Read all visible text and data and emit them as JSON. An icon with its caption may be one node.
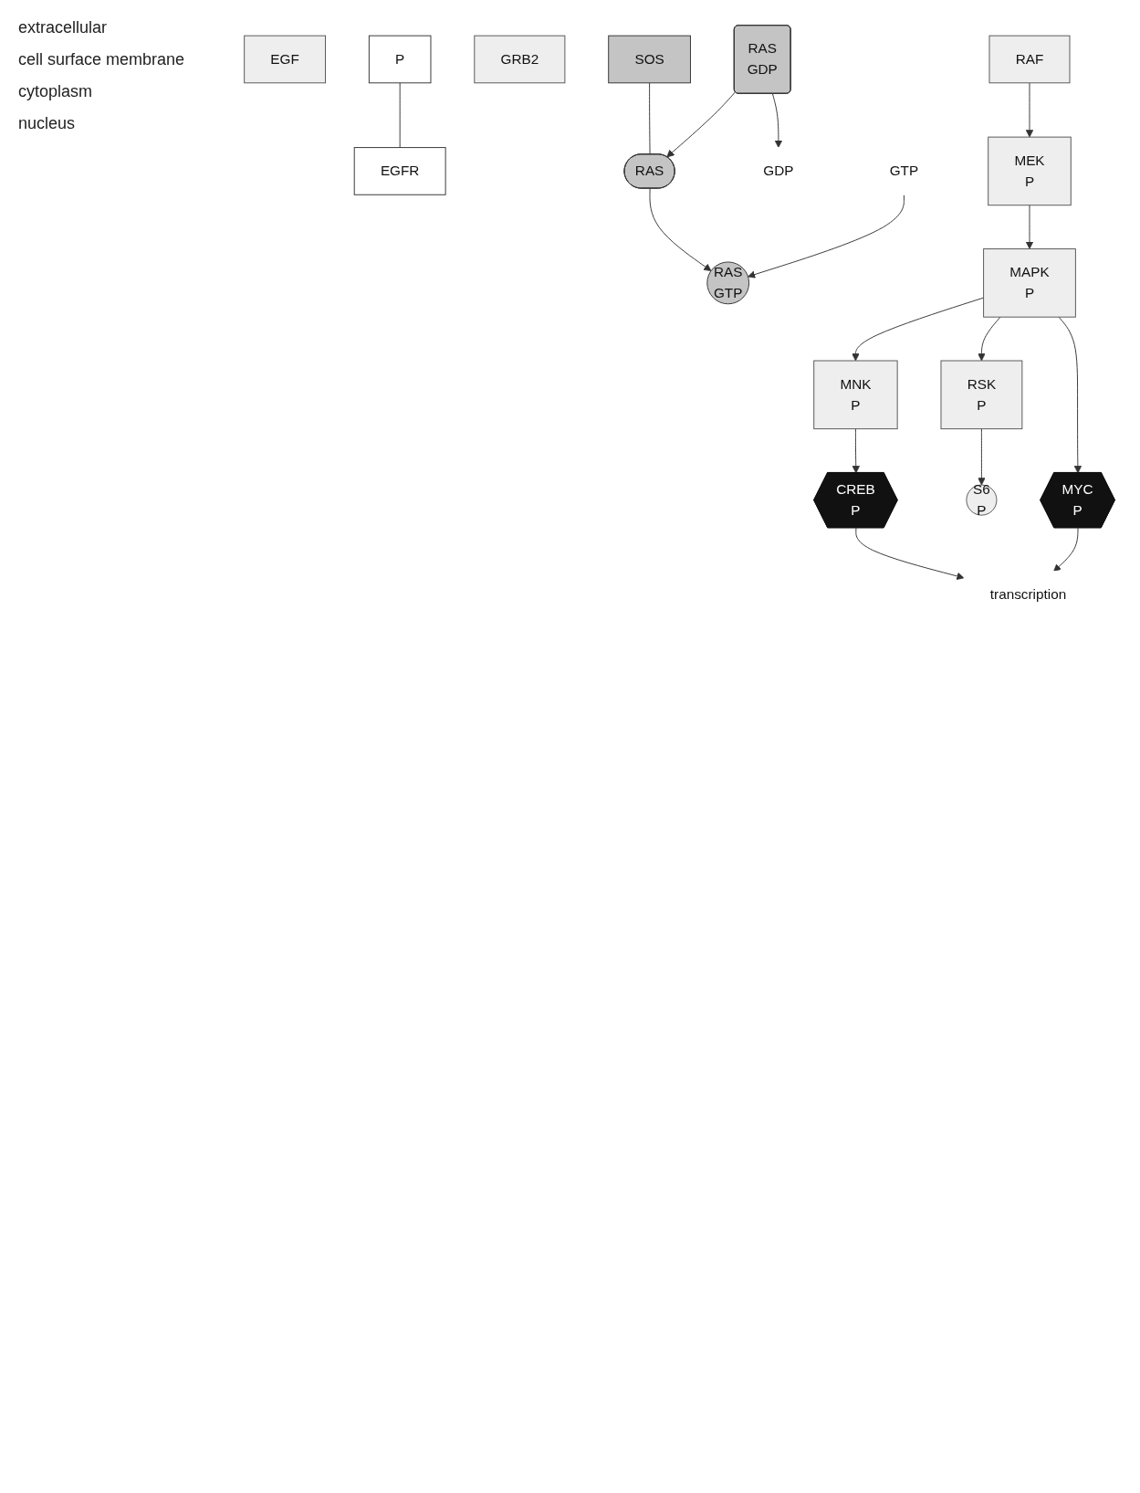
{
  "diagram": {
    "nodes": [
      {
        "text": [
          "EGF"
        ]
      },
      {
        "text": [
          "EGFR"
        ]
      },
      {
        "text": [
          "P"
        ]
      },
      {
        "text": [
          "GRB2"
        ]
      },
      {
        "text": [
          "SOS"
        ]
      },
      {
        "text": [
          "RAS",
          "GDP"
        ]
      },
      {
        "text": [
          "RAS"
        ]
      },
      {
        "text": [
          "GDP"
        ]
      },
      {
        "text": [
          "GTP"
        ]
      },
      {
        "text": [
          "RAS",
          "GTP"
        ]
      },
      {
        "text": [
          "RAF"
        ]
      },
      {
        "text": [
          "MEK",
          "P"
        ]
      },
      {
        "text": [
          "MAPK",
          "P"
        ]
      },
      {
        "text": [
          "MNK",
          "P"
        ]
      },
      {
        "text": [
          "RSK",
          "P"
        ]
      },
      {
        "text": [
          "CREB",
          "P"
        ]
      },
      {
        "text": [
          "S6",
          "P"
        ]
      },
      {
        "text": [
          "MYC",
          "P"
        ]
      },
      {
        "text": [
          "transcription"
        ]
      }
    ],
    "edges": [
      {
        "from": 2,
        "to": 1,
        "arrow": "none"
      },
      {
        "from": 4,
        "to": 6,
        "arrow": "none"
      },
      {
        "from": 5,
        "to": 6,
        "arrow": "to"
      },
      {
        "from": 5,
        "to": 7,
        "arrow": "to"
      },
      {
        "from": 6,
        "to": 9,
        "arrow": "to"
      },
      {
        "from": 8,
        "to": 9,
        "arrow": "to"
      },
      {
        "from": 10,
        "to": 11,
        "arrow": "to"
      },
      {
        "from": 11,
        "to": 12,
        "arrow": "to"
      },
      {
        "from": 12,
        "to": 13,
        "arrow": "to"
      },
      {
        "from": 12,
        "to": 14,
        "arrow": "to"
      },
      {
        "from": 12,
        "to": 17,
        "arrow": "to"
      },
      {
        "from": 13,
        "to": 15,
        "arrow": "to"
      },
      {
        "from": 14,
        "to": 16,
        "arrow": "to"
      },
      {
        "from": 15,
        "to": 18,
        "arrow": "to"
      },
      {
        "from": 17,
        "to": 18,
        "arrow": "to"
      }
    ],
    "labels": [
      "extracellular",
      "cell surface membrane",
      "cytoplasm",
      "nucleus"
    ]
  }
}
